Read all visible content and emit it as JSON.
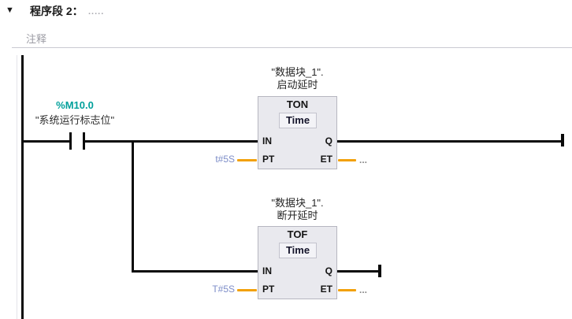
{
  "header": {
    "collapse_icon": "▼",
    "title": "程序段 2：",
    "title_dots": ".....",
    "comment": "注释"
  },
  "contact": {
    "address": "%M10.0",
    "name": "\"系统运行标志位\""
  },
  "blocks": {
    "ton": {
      "instance_line1": "\"数据块_1\".",
      "instance_line2": "启动延时",
      "type": "TON",
      "data_type": "Time",
      "pin_in": "IN",
      "pin_q": "Q",
      "pin_pt": "PT",
      "pin_et": "ET",
      "pt_value": "t#5S",
      "et_value": "..."
    },
    "tof": {
      "instance_line1": "\"数据块_1\".",
      "instance_line2": "断开延时",
      "type": "TOF",
      "data_type": "Time",
      "pin_in": "IN",
      "pin_q": "Q",
      "pin_pt": "PT",
      "pin_et": "ET",
      "pt_value": "T#5S",
      "et_value": "..."
    }
  },
  "colors": {
    "operand_address": "#00a09b",
    "operand_name": "#2e2e2e",
    "time_constant": "#7d8dc8",
    "parameter_wire": "#f2a007",
    "power_wire": "#0a0a0a",
    "block_fill": "#e9e9ee",
    "block_border": "#b6b6c0"
  }
}
